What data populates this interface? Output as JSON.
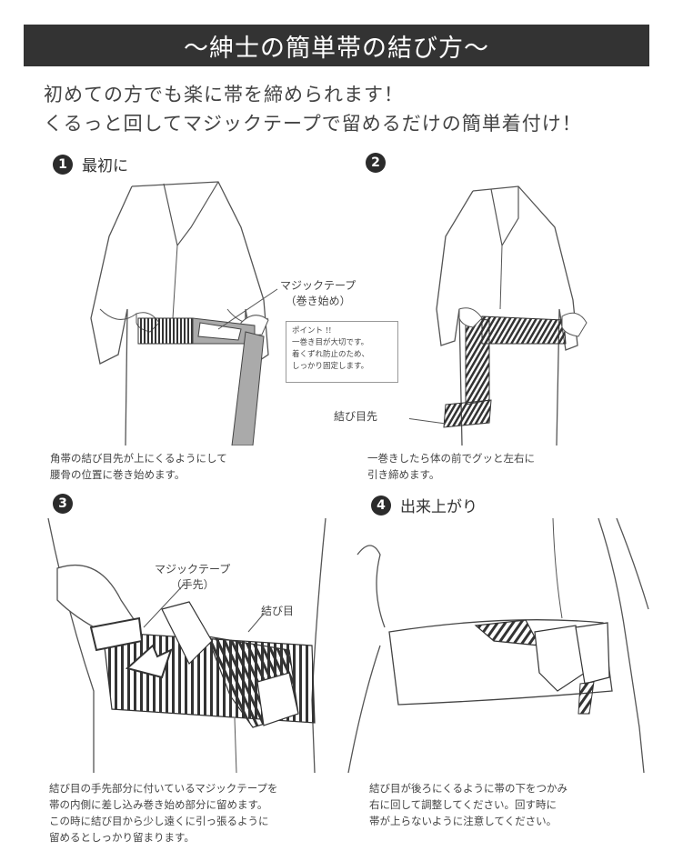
{
  "header": {
    "title": "〜紳士の簡単帯の結び方〜"
  },
  "intro": {
    "line1": "初めての方でも楽に帯を締められます！",
    "line2": "くるっと回してマジックテープで留めるだけの簡単着付け！"
  },
  "steps": [
    {
      "number": "1",
      "title": "最初に",
      "caption_lines": [
        "角帯の結び目先が上にくるようにして",
        "腰骨の位置に巻き始めます。"
      ],
      "label_magic": [
        "マジックテープ",
        "（巻き始め）"
      ],
      "point_lines": [
        "ポイント !!",
        "一巻き目が大切です。",
        "着くずれ防止のため、",
        "しっかり固定します。"
      ]
    },
    {
      "number": "2",
      "title": "",
      "caption_lines": [
        "一巻きしたら体の前でグッと左右に",
        "引き締めます。"
      ],
      "label_knot": "結び目先"
    },
    {
      "number": "3",
      "title": "",
      "caption_lines": [
        "結び目の手先部分に付いているマジックテープを",
        "帯の内側に差し込み巻き始め部分に留めます。",
        "この時に結び目から少し遠くに引っ張るように",
        "留めるとしっかり留まります。"
      ],
      "label_magic": [
        "マジックテープ",
        "（手先）"
      ],
      "label_knot": "結び目"
    },
    {
      "number": "4",
      "title": "出来上がり",
      "caption_lines": [
        "結び目が後ろにくるように帯の下をつかみ",
        "右に回して調整してください。回す時に",
        "帯が上らないように注意してください。"
      ]
    }
  ]
}
